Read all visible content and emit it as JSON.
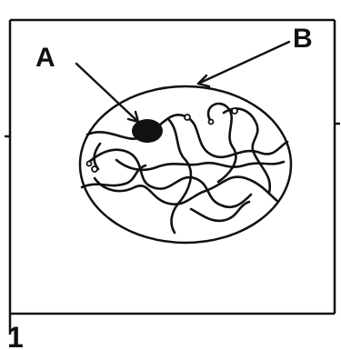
{
  "diagram": {
    "labels": {
      "a": "A",
      "b": "B",
      "panel_number": "1"
    },
    "colors": {
      "ink": "#111111",
      "background": "#ffffff"
    }
  }
}
